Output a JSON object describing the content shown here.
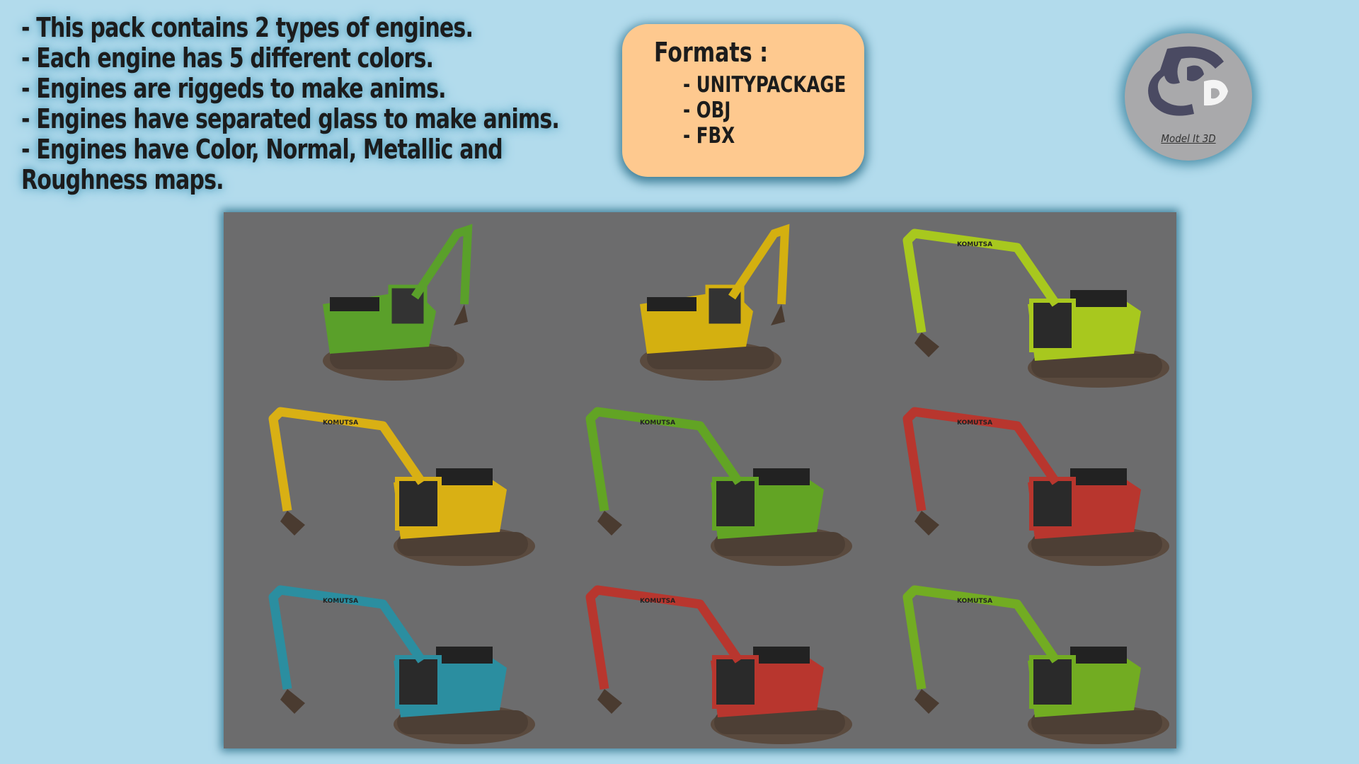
{
  "features": [
    "- This pack contains 2 types of engines.",
    "- Each engine has 5 different colors.",
    "- Engines are riggeds to make anims.",
    "- Engines have separated glass to make anims.",
    "- Engines have Color, Normal, Metallic and",
    "Roughness maps."
  ],
  "formats": {
    "title": "Formats :",
    "items": [
      "- UNITYPACKAGE",
      "- OBJ",
      "- FBX"
    ]
  },
  "logo": {
    "text": "Model It 3D"
  },
  "colors": {
    "background": "#b2dbec",
    "formats_box": "#fec98f",
    "panel": "#6c6c6d"
  },
  "excavators": [
    {
      "color": "#5aa02a",
      "type": "compact",
      "label": ""
    },
    {
      "color": "#d4b010",
      "type": "compact",
      "label": ""
    },
    {
      "color": "#a8c81e",
      "type": "long-arm",
      "label": "KOMUTSA"
    },
    {
      "color": "#d9b014",
      "type": "long-arm",
      "label": "KOMUTSA"
    },
    {
      "color": "#62a424",
      "type": "long-arm",
      "label": "KOMUTSA"
    },
    {
      "color": "#b8362e",
      "type": "long-arm",
      "label": "KOMUTSA"
    },
    {
      "color": "#2b8ea0",
      "type": "long-arm",
      "label": "KOMUTSA"
    },
    {
      "color": "#b8362e",
      "type": "long-arm",
      "label": "KOMUTSA"
    },
    {
      "color": "#72ac22",
      "type": "long-arm",
      "label": "KOMUTSA"
    }
  ]
}
